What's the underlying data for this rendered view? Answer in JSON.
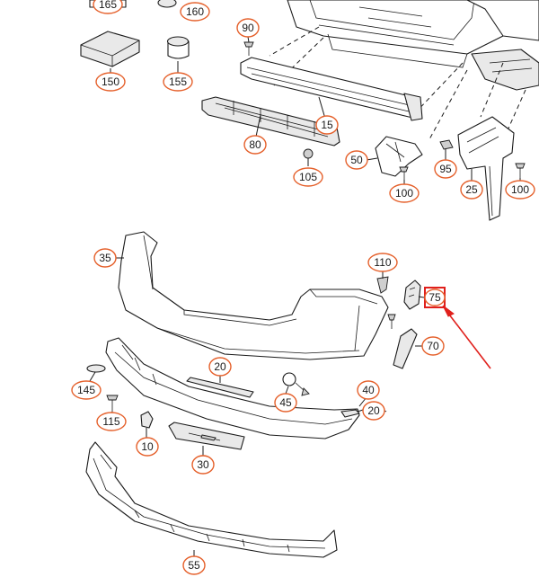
{
  "diagram": {
    "callouts": {
      "c165": "165",
      "c160": "160",
      "c90": "90",
      "c150": "150",
      "c155": "155",
      "c15": "15",
      "c80": "80",
      "c105": "105",
      "c50": "50",
      "c95": "95",
      "c100a": "100",
      "c25": "25",
      "c100b": "100",
      "c35": "35",
      "c110": "110",
      "c75": "75",
      "c70": "70",
      "c20a": "20",
      "c145": "145",
      "c45": "45",
      "c40": "40",
      "c20b": "20",
      "c115": "115",
      "c10": "10",
      "c30": "30",
      "c55": "55"
    },
    "highlight": {
      "target": "75",
      "color": "#e0201c"
    },
    "colors": {
      "callout_border": "#e5602b",
      "line": "#1a1a1a"
    }
  }
}
